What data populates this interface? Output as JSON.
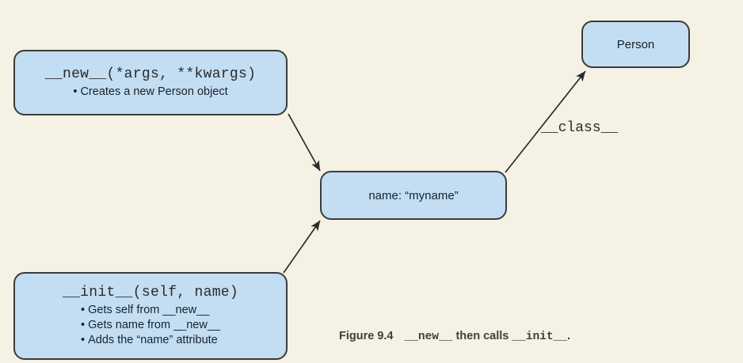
{
  "figure": {
    "background_color": "#f5f2e5",
    "node_fill_color": "#c3ddf2",
    "node_border_color": "#3b3b3b",
    "arrow_color": "#2b2b2b"
  },
  "nodes": {
    "new_method": {
      "title": "__new__(*args, **kwargs)",
      "bullets": [
        "Creates a new Person object"
      ]
    },
    "init_method": {
      "title": "__init__(self, name)",
      "bullets": [
        "Gets self from __new__",
        "Gets name from __new__",
        "Adds the “name” attribute"
      ]
    },
    "instance": {
      "title": "name: “myname”"
    },
    "class_box": {
      "title": "Person"
    }
  },
  "edges": {
    "new_to_instance": {
      "label": ""
    },
    "init_to_instance": {
      "label": ""
    },
    "instance_to_class": {
      "label": "__class__"
    }
  },
  "caption": {
    "number": "Figure 9.4",
    "mono_1": "__new__",
    "text_1": " then calls ",
    "mono_2": "__init__",
    "text_2": "."
  }
}
